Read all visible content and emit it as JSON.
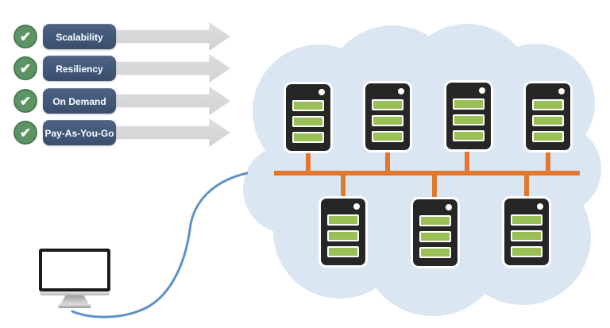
{
  "diagram_title": "",
  "benefits": {
    "check_glyph": "✔",
    "items": [
      {
        "label": "Scalability",
        "icon": "checkmark-icon"
      },
      {
        "label": "Resiliency",
        "icon": "checkmark-icon"
      },
      {
        "label": "On Demand",
        "icon": "checkmark-icon"
      },
      {
        "label": "Pay-As-You-Go",
        "icon": "checkmark-icon"
      }
    ]
  },
  "cloud": {
    "icon": "cloud-icon",
    "servers": {
      "icon": "server-icon",
      "top_row_count": 4,
      "bottom_row_count": 3,
      "slots_per_server": 3
    }
  },
  "client": {
    "icon": "desktop-monitor-icon"
  },
  "connections": {
    "bus": "orange-network-bus",
    "cable": "blue-client-to-cloud-cable"
  },
  "colors": {
    "label_bg_top": "#4d6384",
    "label_bg_bottom": "#394e6d",
    "check_green": "#5d9464",
    "check_ring": "#4a7c52",
    "arrow_gray": "#d2d3d5",
    "cloud_blue": "#dae6f2",
    "network_orange": "#e2782f",
    "server_black": "#262626",
    "slot_green": "#9abf55",
    "cable_blue": "#5f92c6"
  }
}
